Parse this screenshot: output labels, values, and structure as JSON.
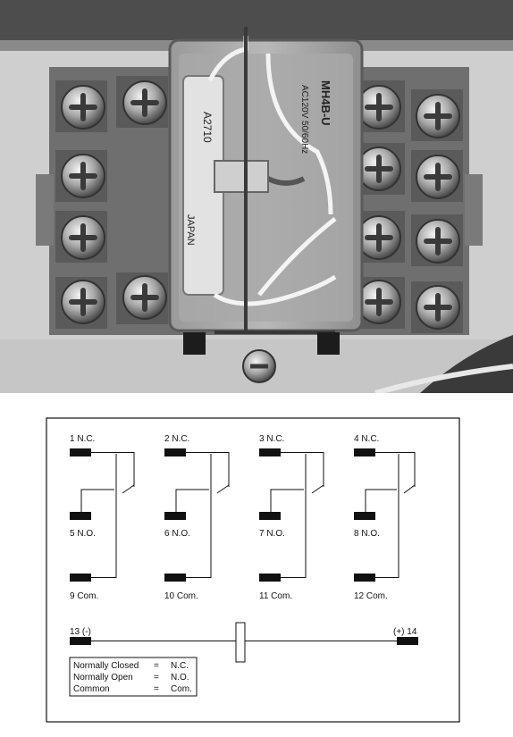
{
  "contacts": [
    {
      "nc": "1 N.C.",
      "no": "5 N.O.",
      "com": "9 Com."
    },
    {
      "nc": "2 N.C.",
      "no": "6 N.O.",
      "com": "10 Com."
    },
    {
      "nc": "3 N.C.",
      "no": "7 N.O.",
      "com": "11 Com."
    },
    {
      "nc": "4 N.C.",
      "no": "8 N.O.",
      "com": "12 Com."
    }
  ],
  "coil": {
    "minus_label": "13 (-)",
    "plus_label": "(+) 14"
  },
  "legend": [
    {
      "term": "Normally Closed",
      "eq": "=",
      "abbr": "N.C."
    },
    {
      "term": "Normally Open",
      "eq": "=",
      "abbr": "N.O."
    },
    {
      "term": "Common",
      "eq": "=",
      "abbr": "Com."
    }
  ],
  "photo_text": {
    "part_number": "A2710",
    "model": "MH4B-U",
    "rating": "AC120V 50/60Hz",
    "origin": "JAPAN"
  }
}
